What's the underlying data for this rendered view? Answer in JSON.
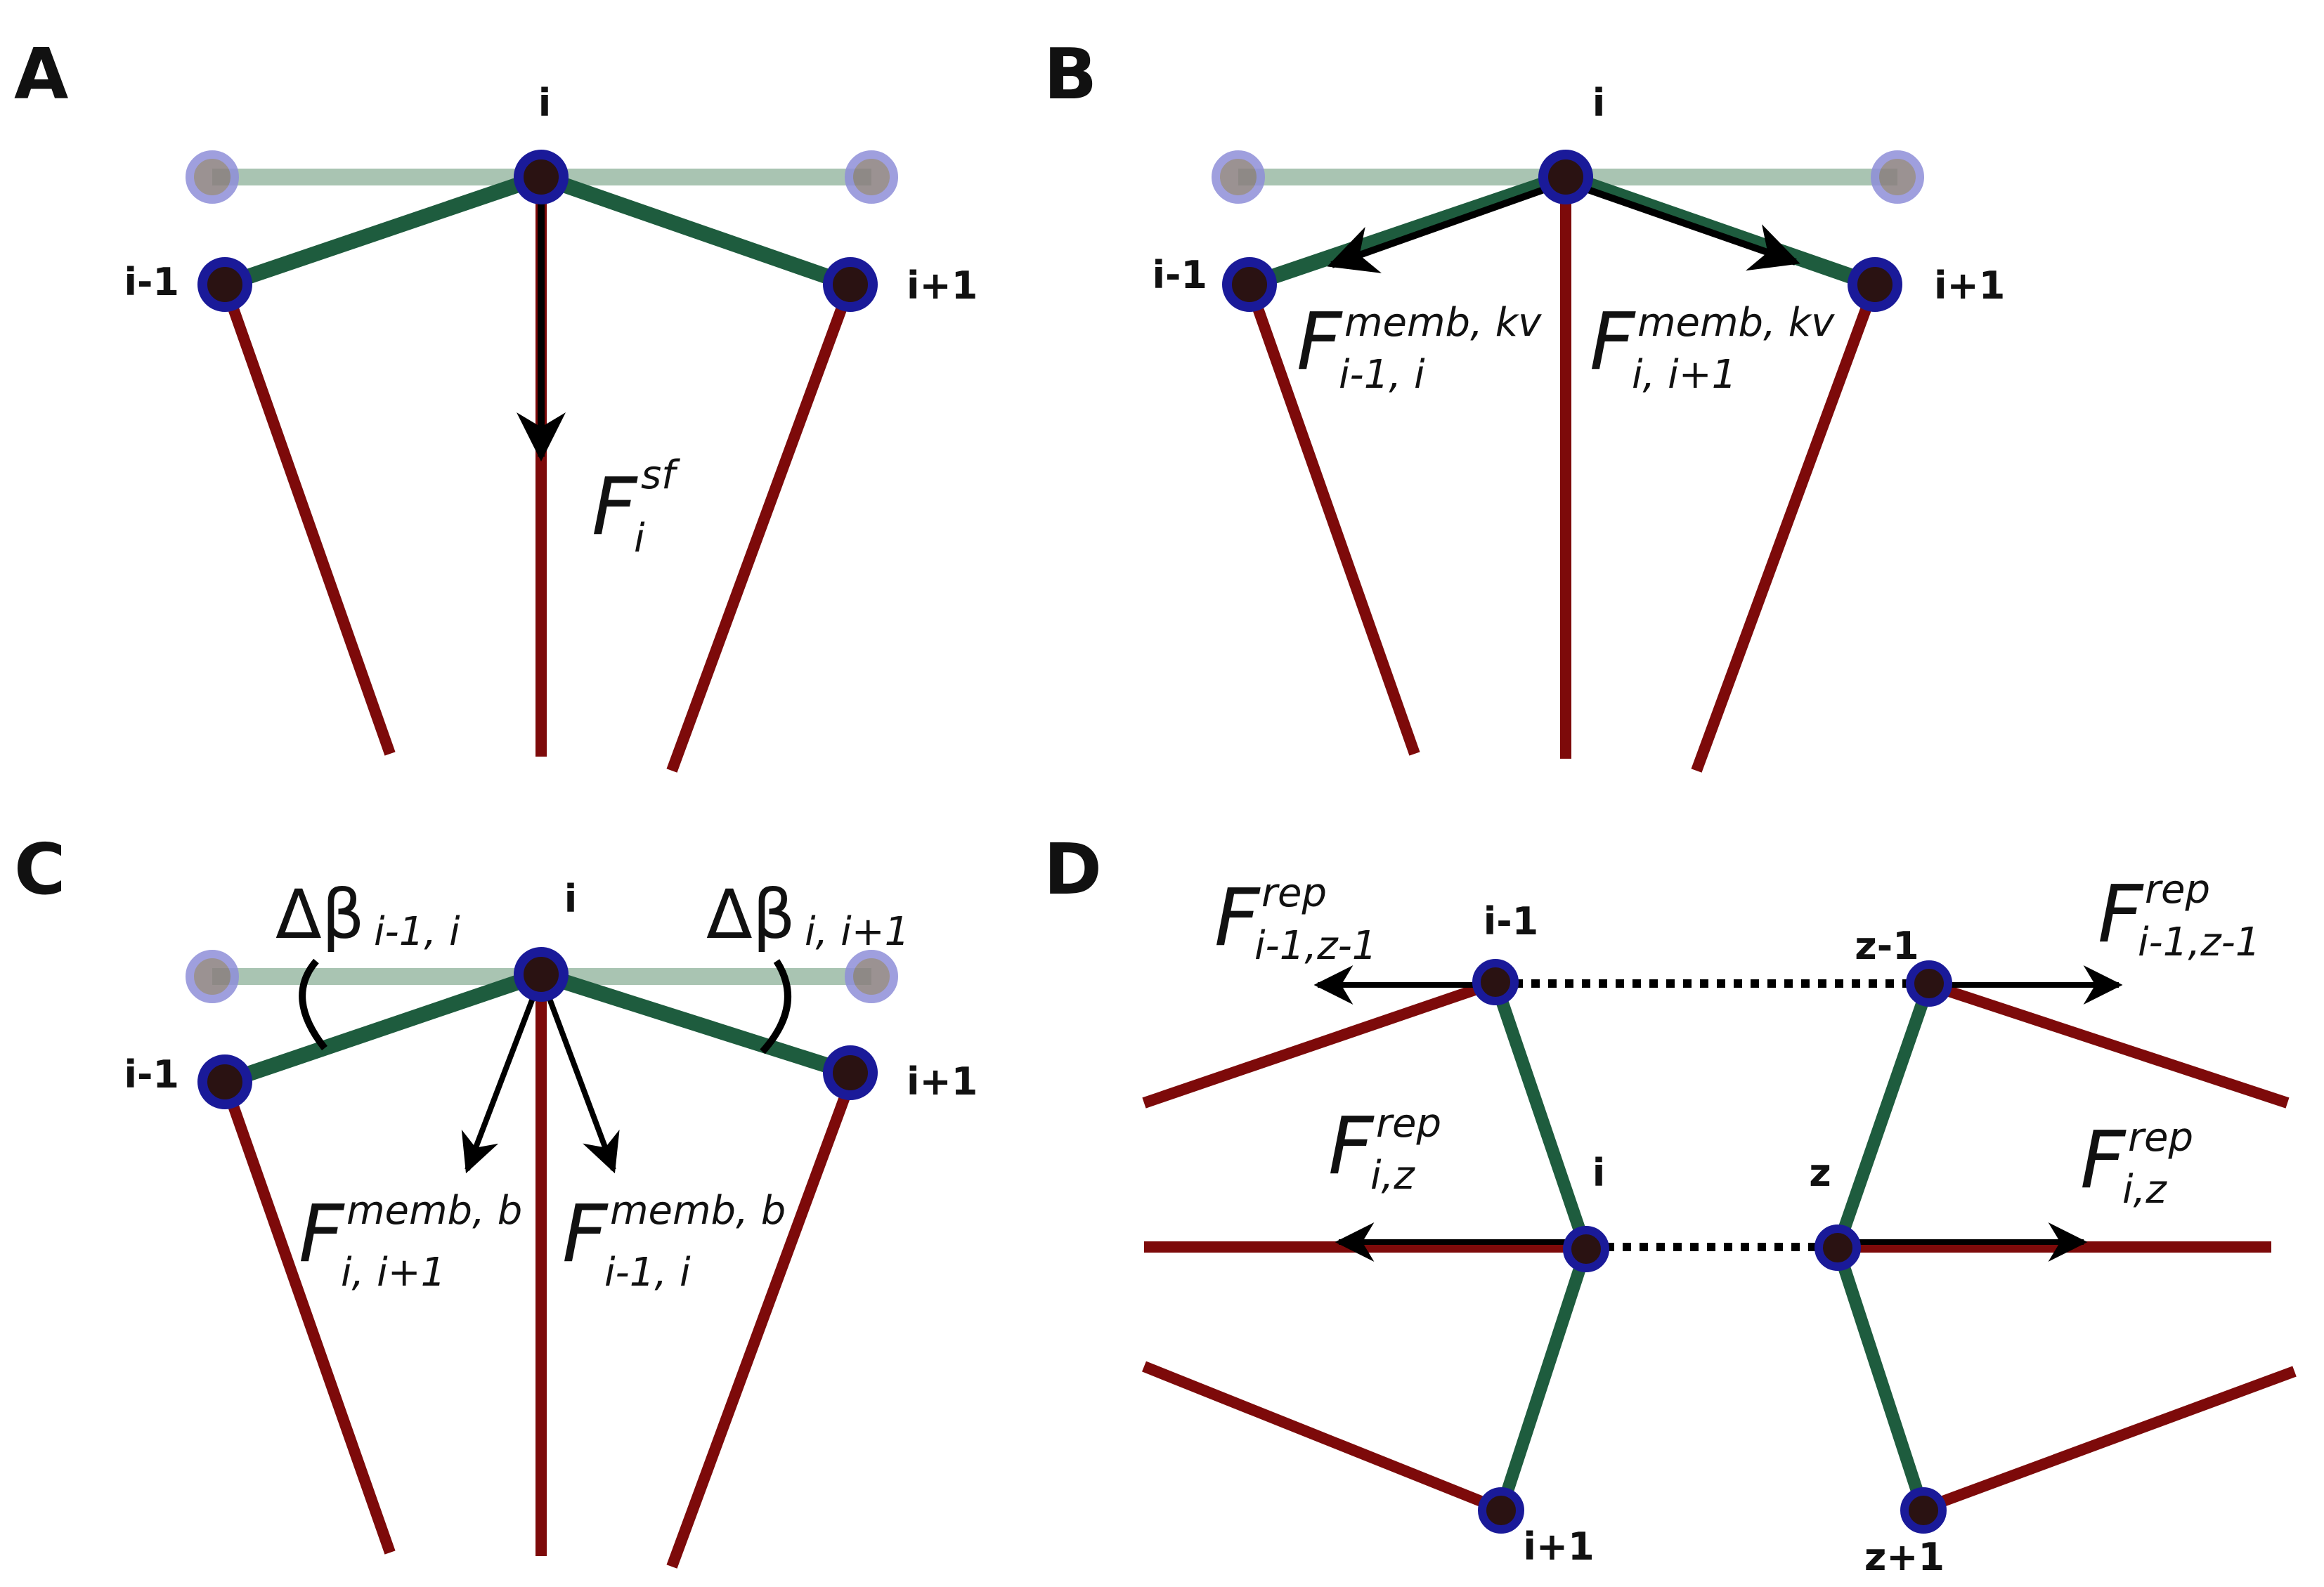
{
  "colors": {
    "filament": "#7d0a0a",
    "membrane": "#1e5c3e",
    "membrane_rest": "#a9c4b2",
    "node_fill": "#2a1212",
    "node_ring": "#1a1a99",
    "arrow": "#000000"
  },
  "panels": {
    "A": {
      "letter": "A",
      "labels": {
        "top": "i",
        "left": "i-1",
        "right": "i+1"
      },
      "force": {
        "main": "F",
        "sup": "sf",
        "sub": "i"
      }
    },
    "B": {
      "letter": "B",
      "labels": {
        "top": "i",
        "left": "i-1",
        "right": "i+1"
      },
      "force_left": {
        "main": "F",
        "sup": "memb, kv",
        "sub": "i-1, i"
      },
      "force_right": {
        "main": "F",
        "sup": "memb, kv",
        "sub": "i, i+1"
      }
    },
    "C": {
      "letter": "C",
      "labels": {
        "top": "i",
        "left": "i-1",
        "right": "i+1"
      },
      "angle_left": {
        "symbol": "Δβ",
        "sub": "i-1, i"
      },
      "angle_right": {
        "symbol": "Δβ",
        "sub": "i, i+1"
      },
      "force_left": {
        "main": "F",
        "sup": "memb, b",
        "sub": "i, i+1"
      },
      "force_right": {
        "main": "F",
        "sup": "memb, b",
        "sub": "i-1, i"
      }
    },
    "D": {
      "letter": "D",
      "labels": {
        "i_minus_1": "i-1",
        "i": "i",
        "i_plus_1": "i+1",
        "z_minus_1": "z-1",
        "z": "z",
        "z_plus_1": "z+1"
      },
      "force_top_left": {
        "main": "F",
        "sup": "rep",
        "sub": "i-1,z-1"
      },
      "force_top_right": {
        "main": "F",
        "sup": "rep",
        "sub": "i-1,z-1"
      },
      "force_mid_left": {
        "main": "F",
        "sup": "rep",
        "sub": "i,z"
      },
      "force_mid_right": {
        "main": "F",
        "sup": "rep",
        "sub": "i,z"
      }
    }
  }
}
